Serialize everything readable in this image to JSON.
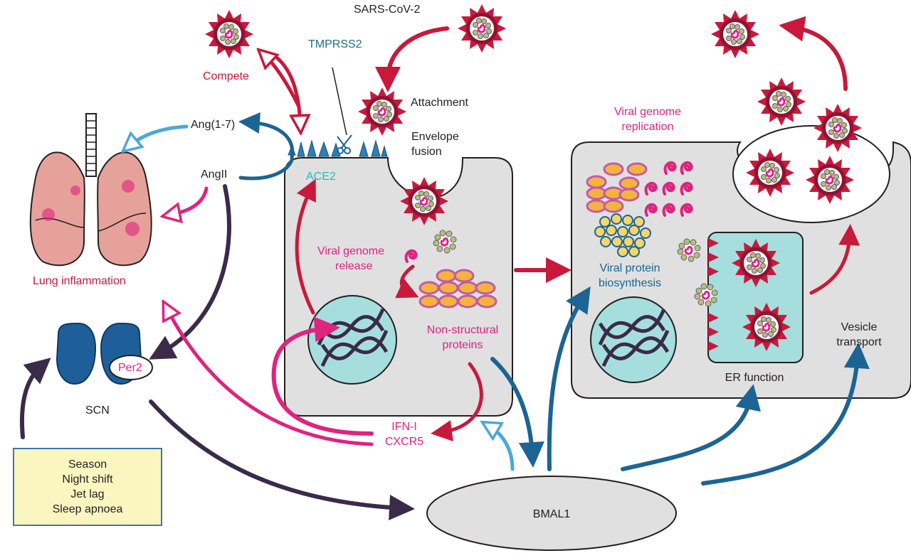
{
  "colors": {
    "red": "#c8193c",
    "pink": "#e0237f",
    "dark_blue": "#1c6493",
    "light_blue": "#4aa9d8",
    "purple_dark": "#3a2b4a",
    "cell_grey": "#e0e0e0",
    "nucleus": "#a6dede",
    "lung": "#e7a19b",
    "scn_blue": "#1e5f9a",
    "note_yellow": "#fbf6c0"
  },
  "labels": {
    "sars": "SARS-CoV-2",
    "tmprss2": "TMPRSS2",
    "compete": "Compete",
    "attachment": "Attachment",
    "envelope": "Envelope",
    "fusion": "fusion",
    "ang17": "Ang(1-7)",
    "angii": "AngII",
    "ace2": "ACE2",
    "lung_inflammation": "Lung inflammation",
    "per2": "Per2",
    "scn": "SCN",
    "viral_genome_release_1": "Viral genome",
    "viral_genome_release_2": "release",
    "nsp_1": "Non-structural",
    "nsp_2": "proteins",
    "ifn": "IFN-I",
    "cxcr5": "CXCR5",
    "bmal1": "BMAL1",
    "replication_1": "Viral genome",
    "replication_2": "replication",
    "biosynthesis_1": "Viral protein",
    "biosynthesis_2": "biosynthesis",
    "er_function": "ER function",
    "vesicle_1": "Vesicle",
    "vesicle_2": "transport"
  },
  "environment_factors": [
    "Season",
    "Night shift",
    "Jet lag",
    "Sleep apnoea"
  ],
  "icons": [
    "virus-icon",
    "lung-icon",
    "brain-scn-icon",
    "dna-icon",
    "scissors-icon",
    "ace2-receptor-icon"
  ]
}
